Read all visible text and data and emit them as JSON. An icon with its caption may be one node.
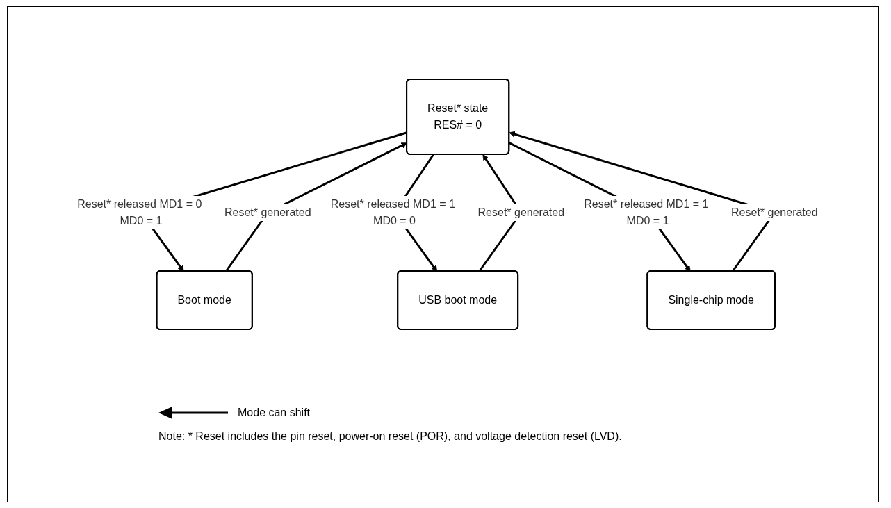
{
  "diagram": {
    "nodes": [
      {
        "text": [
          "Reset* state",
          "RES# = 0"
        ]
      },
      {
        "text": [
          "Boot mode"
        ]
      },
      {
        "text": [
          "USB boot mode"
        ]
      },
      {
        "text": [
          "Single-chip mode"
        ]
      }
    ],
    "edges": [
      {
        "from": 0,
        "to": 1,
        "arrow": "to",
        "label": "Reset* released MD1 = 0 MD0 = 1"
      },
      {
        "from": 1,
        "to": 0,
        "arrow": "to",
        "label": "Reset* generated"
      },
      {
        "from": 0,
        "to": 2,
        "arrow": "to",
        "label": "Reset* released MD1 = 1 MD0 = 0"
      },
      {
        "from": 2,
        "to": 0,
        "arrow": "to",
        "label": "Reset* generated"
      },
      {
        "from": 0,
        "to": 3,
        "arrow": "to",
        "label": "Reset* released MD1 = 1 MD0 = 1"
      },
      {
        "from": 3,
        "to": 0,
        "arrow": "to",
        "label": "Reset* generated"
      }
    ],
    "labels": [
      "Note: * Reset includes the pin reset, power-on reset (POR), and voltage detection reset (LVD)."
    ],
    "legend": [
      {
        "text": "Mode can shift"
      }
    ]
  }
}
